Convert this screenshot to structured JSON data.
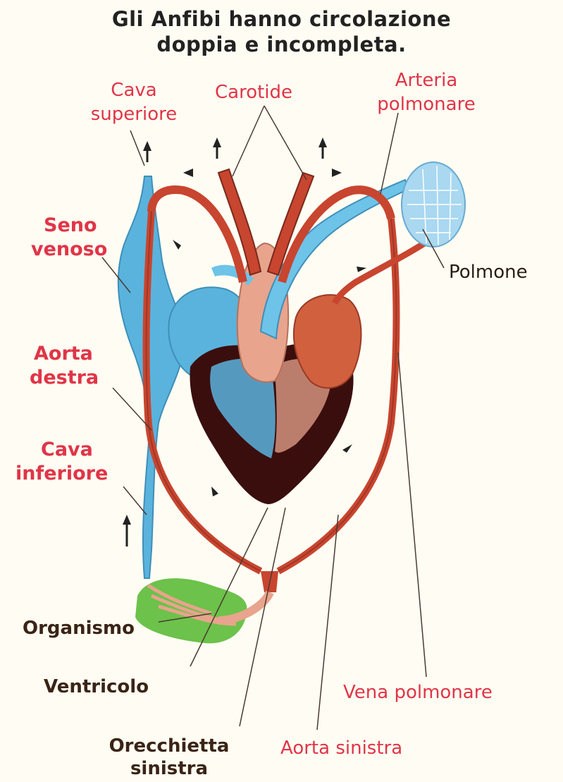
{
  "title": {
    "line1": "Gli Anfibi hanno circolazione",
    "line2": "doppia e incompleta."
  },
  "labels": {
    "cava_superiore": [
      "Cava",
      "superiore"
    ],
    "carotide": "Carotide",
    "arteria_polmonare": [
      "Arteria",
      "polmonare"
    ],
    "seno_venoso": [
      "Seno",
      "venoso"
    ],
    "polmone": "Polmone",
    "aorta_destra": [
      "Aorta",
      "destra"
    ],
    "cava_inferiore": [
      "Cava",
      "inferiore"
    ],
    "organismo": "Organismo",
    "ventricolo": "Ventricolo",
    "orecchietta_sinistra": [
      "Orecchietta",
      "sinistra"
    ],
    "vena_polmonare": "Vena polmonare",
    "aorta_sinistra": "Aorta sinistra"
  },
  "colors": {
    "venous_blue": "#5ab3dd",
    "arterial_red": "#c8452f",
    "vessel_dark": "#7a2a1c",
    "mixed_pink": "#e8a48c",
    "ventricle_dark": "#3b0e0e",
    "organism_green": "#6cc24a",
    "lung_blue": "#a9d8f0"
  }
}
